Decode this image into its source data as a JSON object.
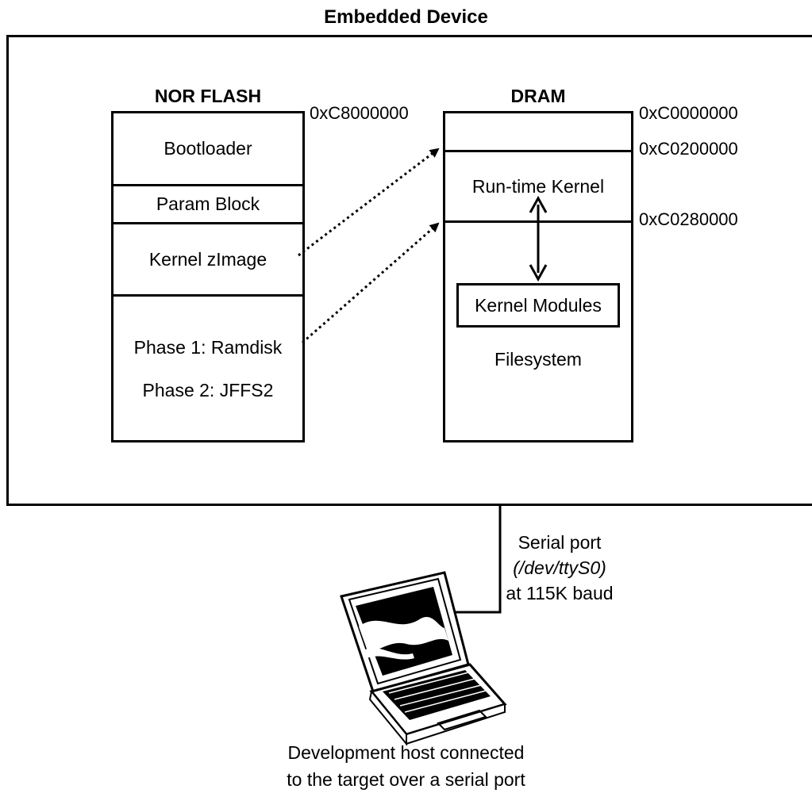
{
  "title": "Embedded Device",
  "nor_flash": {
    "label": "NOR FLASH",
    "start_address": "0xC8000000",
    "regions": {
      "bootloader": "Bootloader",
      "param_block": "Param Block",
      "kernel": "Kernel zImage",
      "fs_phase1": "Phase 1: Ramdisk",
      "fs_phase2": "Phase 2: JFFS2"
    }
  },
  "dram": {
    "label": "DRAM",
    "addresses": [
      "0xC0000000",
      "0xC0200000",
      "0xC0280000"
    ],
    "regions": {
      "runtime_kernel": "Run-time Kernel",
      "kernel_modules": "Kernel Modules",
      "filesystem": "Filesystem"
    }
  },
  "serial": {
    "line1": "Serial port",
    "line2": "(/dev/ttyS0)",
    "line3": "at 115K baud"
  },
  "caption": {
    "line1": "Development host connected",
    "line2": "to the target over a serial port"
  }
}
